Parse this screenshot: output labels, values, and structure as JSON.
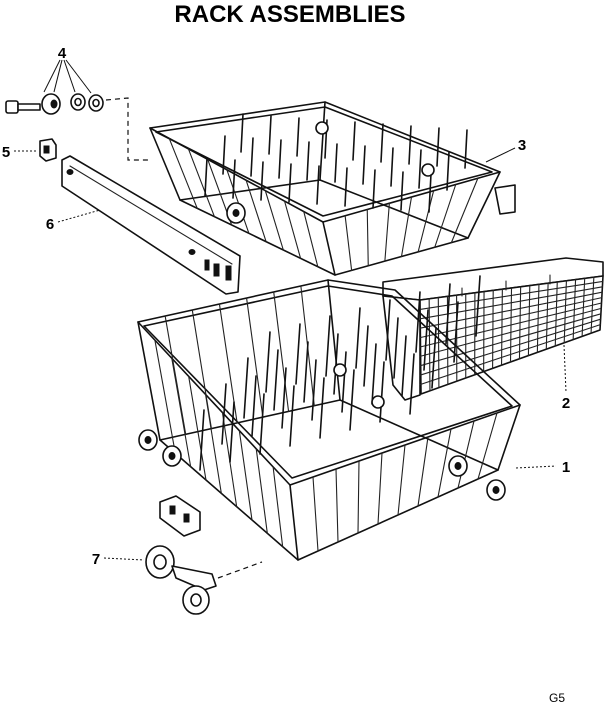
{
  "title": "RACK ASSEMBLIES",
  "callouts": {
    "c1": "1",
    "c2": "2",
    "c3": "3",
    "c4": "4",
    "c5": "5",
    "c6": "6",
    "c7": "7"
  },
  "page_code": "G5"
}
